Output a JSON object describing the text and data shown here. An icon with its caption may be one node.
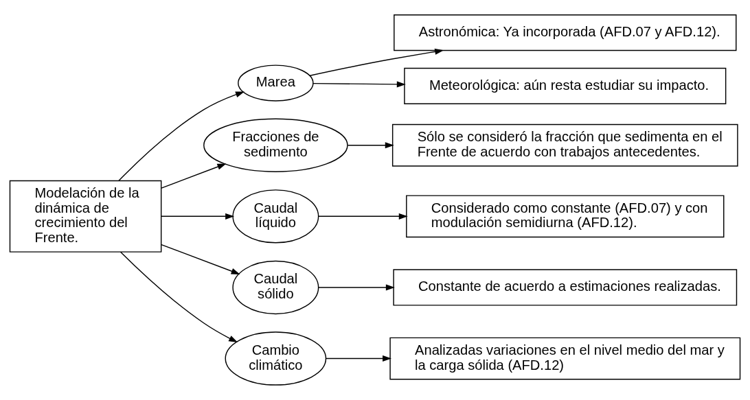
{
  "diagram": {
    "nodes": [
      {
        "text": [
          "Modelación de la dinámica de crecimiento del Frente."
        ]
      },
      {
        "text": [
          "Marea"
        ]
      },
      {
        "text": [
          "Astronómica: Ya incorporada (AFD.07 y AFD.12)."
        ]
      },
      {
        "text": [
          "Meteorológica: aún resta estudiar su impacto."
        ]
      },
      {
        "text": [
          "Fracciones de sedimento"
        ]
      },
      {
        "text": [
          "Sólo se consideró la fracción que sedimenta en el Frente de acuerdo con trabajos antecedentes."
        ]
      },
      {
        "text": [
          "Caudal líquido"
        ]
      },
      {
        "text": [
          "Considerado como constante (AFD.07) y con modulación semidiurna (AFD.12)."
        ]
      },
      {
        "text": [
          "Caudal sólido"
        ]
      },
      {
        "text": [
          "Constante de acuerdo a estimaciones realizadas."
        ]
      },
      {
        "text": [
          "Cambio climático"
        ]
      },
      {
        "text": [
          "Analizadas variaciones en el nivel medio del mar y la carga sólida (AFD.12)"
        ]
      }
    ],
    "edges": [
      {
        "from": 0,
        "to": 1,
        "arrow": "to"
      },
      {
        "from": 0,
        "to": 4,
        "arrow": "to"
      },
      {
        "from": 0,
        "to": 6,
        "arrow": "to"
      },
      {
        "from": 0,
        "to": 8,
        "arrow": "to"
      },
      {
        "from": 0,
        "to": 10,
        "arrow": "to"
      },
      {
        "from": 1,
        "to": 2,
        "arrow": "to"
      },
      {
        "from": 1,
        "to": 3,
        "arrow": "to"
      },
      {
        "from": 4,
        "to": 5,
        "arrow": "to"
      },
      {
        "from": 6,
        "to": 7,
        "arrow": "to"
      },
      {
        "from": 8,
        "to": 9,
        "arrow": "to"
      },
      {
        "from": 10,
        "to": 11,
        "arrow": "to"
      }
    ]
  }
}
